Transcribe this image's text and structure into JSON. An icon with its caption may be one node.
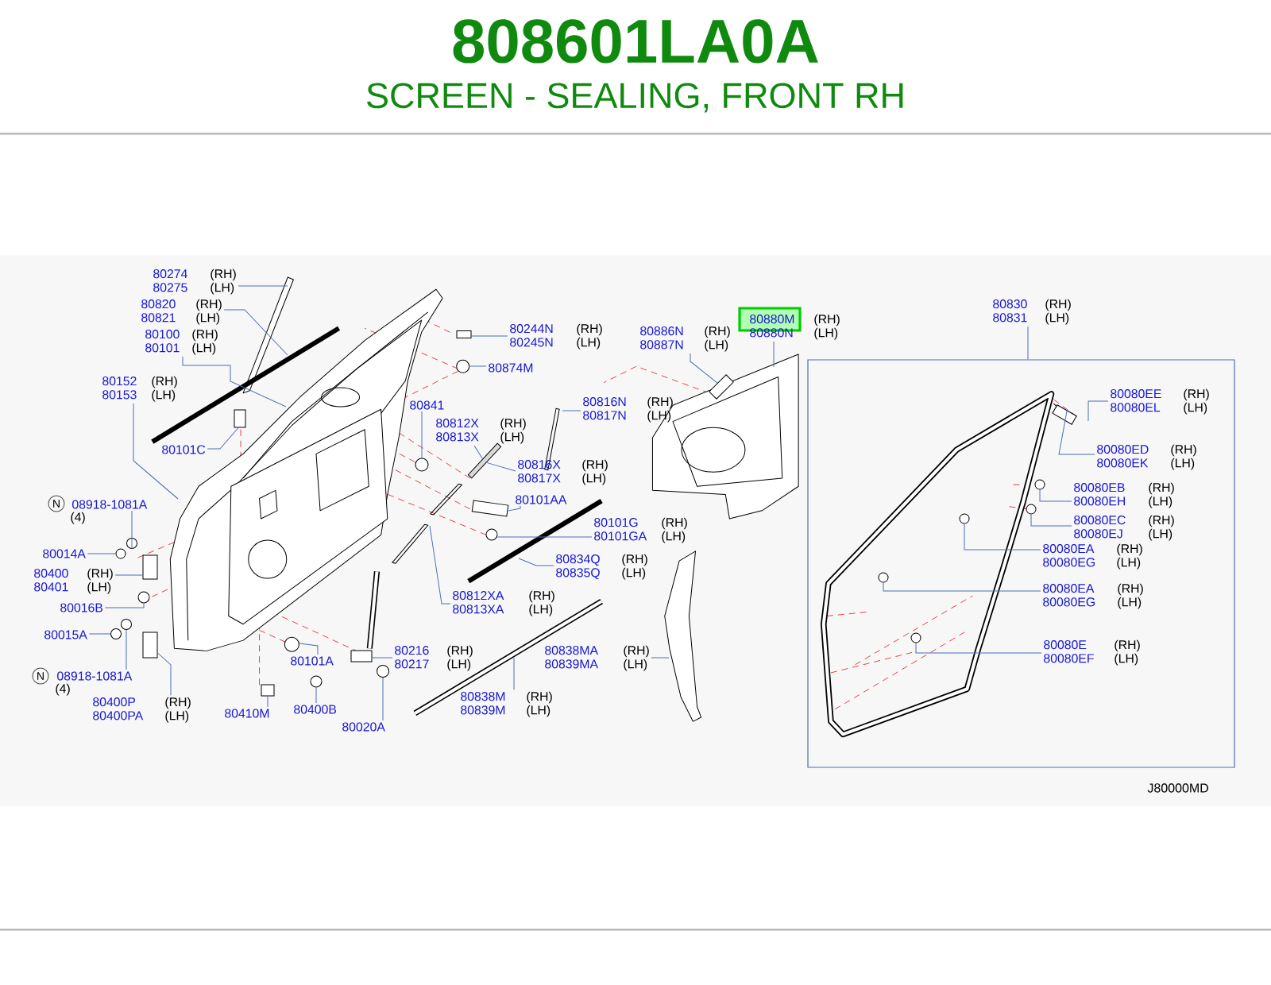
{
  "diagram": {
    "title": "808601LA0A",
    "nodes": [
      {
        "text": [
          "80274",
          "80275"
        ],
        "beside": [
          "(RH)",
          "(LH)"
        ]
      },
      {
        "text": [
          "80820",
          "80821"
        ],
        "beside": [
          "(RH)",
          "(LH)"
        ]
      },
      {
        "text": [
          "80100",
          "80101"
        ],
        "beside": [
          "(RH)",
          "(LH)"
        ]
      },
      {
        "text": [
          "80152",
          "80153"
        ],
        "beside": [
          "(RH)",
          "(LH)"
        ]
      },
      {
        "text": [
          "80101C"
        ]
      },
      {
        "text": [
          "08918-1081A"
        ],
        "beside": [
          "(4)"
        ]
      },
      {
        "text": [
          "80014A"
        ]
      },
      {
        "text": [
          "80400",
          "80401"
        ],
        "beside": [
          "(RH)",
          "(LH)"
        ]
      },
      {
        "text": [
          "80016B"
        ]
      },
      {
        "text": [
          "80015A"
        ]
      },
      {
        "text": [
          "08918-1081A"
        ],
        "beside": [
          "(4)"
        ]
      },
      {
        "text": [
          "80400P",
          "80400PA"
        ],
        "beside": [
          "(RH)",
          "(LH)"
        ]
      },
      {
        "text": [
          "80410M"
        ]
      },
      {
        "text": [
          "80400B"
        ]
      },
      {
        "text": [
          "80020A"
        ]
      },
      {
        "text": [
          "80101A"
        ]
      },
      {
        "text": [
          "80216",
          "80217"
        ],
        "beside": [
          "(RH)",
          "(LH)"
        ]
      },
      {
        "text": [
          "80244N",
          "80245N"
        ],
        "beside": [
          "(RH)",
          "(LH)"
        ]
      },
      {
        "text": [
          "80874M"
        ]
      },
      {
        "text": [
          "80841"
        ]
      },
      {
        "text": [
          "80812X",
          "80813X"
        ],
        "beside": [
          "(RH)",
          "(LH)"
        ]
      },
      {
        "text": [
          "80816N",
          "80817N"
        ],
        "beside": [
          "(RH)",
          "(LH)"
        ]
      },
      {
        "text": [
          "80816X",
          "80817X"
        ],
        "beside": [
          "(RH)",
          "(LH)"
        ]
      },
      {
        "text": [
          "80101AA"
        ]
      },
      {
        "text": [
          "80101G",
          "80101GA"
        ],
        "beside": [
          "(RH)",
          "(LH)"
        ]
      },
      {
        "text": [
          "80834Q",
          "80835Q"
        ],
        "beside": [
          "(RH)",
          "(LH)"
        ]
      },
      {
        "text": [
          "80812XA",
          "80813XA"
        ],
        "beside": [
          "(RH)",
          "(LH)"
        ]
      },
      {
        "text": [
          "80838MA",
          "80839MA"
        ],
        "beside": [
          "(RH)",
          "(LH)"
        ]
      },
      {
        "text": [
          "80838M",
          "80839M"
        ],
        "beside": [
          "(RH)",
          "(LH)"
        ]
      },
      {
        "text": [
          "80886N",
          "80887N"
        ],
        "beside": [
          "(RH)",
          "(LH)"
        ]
      },
      {
        "text": [
          "80880M",
          "80880N"
        ],
        "beside": [
          "(RH)",
          "(LH)"
        ]
      },
      {
        "text": [
          "80830",
          "80831"
        ],
        "beside": [
          "(RH)",
          "(LH)"
        ]
      },
      {
        "text": [],
        "shape": "box"
      },
      {
        "text": [
          "80080EE",
          "80080EL"
        ],
        "beside": [
          "(RH)",
          "(LH)"
        ],
        "in": 32
      },
      {
        "text": [
          "80080ED",
          "80080EK"
        ],
        "beside": [
          "(RH)",
          "(LH)"
        ],
        "in": 32
      },
      {
        "text": [
          "80080EB",
          "80080EH"
        ],
        "beside": [
          "(RH)",
          "(LH)"
        ],
        "in": 32
      },
      {
        "text": [
          "80080EC",
          "80080EJ"
        ],
        "beside": [
          "(RH)",
          "(LH)"
        ],
        "in": 32
      },
      {
        "text": [
          "80080EA",
          "80080EG"
        ],
        "beside": [
          "(RH)",
          "(LH)"
        ],
        "in": 32
      },
      {
        "text": [
          "80080EA",
          "80080EG"
        ],
        "beside": [
          "(RH)",
          "(LH)"
        ],
        "in": 32
      },
      {
        "text": [
          "80080E",
          "80080EF"
        ],
        "beside": [
          "(RH)",
          "(LH)"
        ],
        "in": 32
      },
      {
        "text": [],
        "shape": "circle"
      },
      {
        "text": [],
        "shape": "circle"
      },
      {
        "text": [],
        "shape": "circle"
      },
      {
        "text": [],
        "shape": "circle"
      },
      {
        "text": [],
        "shape": "box"
      },
      {
        "text": [],
        "shape": "box"
      },
      {
        "text": [],
        "shape": "circle"
      },
      {
        "text": [],
        "shape": "box"
      },
      {
        "text": [],
        "shape": "circle"
      },
      {
        "text": [],
        "shape": "circle"
      },
      {
        "text": [],
        "shape": "box"
      },
      {
        "text": [],
        "shape": "circle"
      },
      {
        "text": [],
        "shape": "box"
      },
      {
        "text": [],
        "shape": "box"
      },
      {
        "text": [],
        "shape": "bar"
      },
      {
        "text": [],
        "shape": "box"
      },
      {
        "text": [],
        "shape": "box"
      },
      {
        "text": [],
        "shape": "box",
        "in": 32
      },
      {
        "text": [],
        "shape": "circle",
        "in": 32
      },
      {
        "text": [],
        "shape": "circle",
        "in": 32
      },
      {
        "text": [],
        "shape": "circle",
        "in": 32
      },
      {
        "text": [],
        "shape": "circle",
        "in": 32
      },
      {
        "text": [],
        "shape": "circle",
        "in": 32
      },
      {
        "text": [],
        "shape": "circle"
      }
    ],
    "edges": [
      {
        "from": 0,
        "to": null,
        "arrow": "none"
      },
      {
        "from": 1,
        "to": null,
        "arrow": "none"
      },
      {
        "from": 2,
        "to": null,
        "arrow": "none"
      },
      {
        "from": 3,
        "to": null,
        "arrow": "none"
      },
      {
        "from": 4,
        "to": 50,
        "arrow": "none"
      },
      {
        "from": 5,
        "to": 51,
        "arrow": "none"
      },
      {
        "from": 6,
        "to": 41,
        "arrow": "none"
      },
      {
        "from": 7,
        "to": 52,
        "arrow": "none"
      },
      {
        "from": 8,
        "to": 43,
        "arrow": "none"
      },
      {
        "from": 9,
        "to": 40,
        "arrow": "none"
      },
      {
        "from": 10,
        "to": 42,
        "arrow": "none"
      },
      {
        "from": 11,
        "to": 44,
        "arrow": "none"
      },
      {
        "from": 12,
        "to": 45,
        "arrow": "none"
      },
      {
        "from": 13,
        "to": 46,
        "arrow": "none"
      },
      {
        "from": 14,
        "to": 48,
        "arrow": "none"
      },
      {
        "from": 15,
        "to": null,
        "arrow": "none"
      },
      {
        "from": 16,
        "to": 47,
        "arrow": "none"
      },
      {
        "from": 17,
        "to": 53,
        "arrow": "none"
      },
      {
        "from": 18,
        "to": null,
        "arrow": "none"
      },
      {
        "from": 19,
        "to": 49,
        "arrow": "none"
      },
      {
        "from": 20,
        "to": 54,
        "arrow": "none"
      },
      {
        "from": 21,
        "to": null,
        "arrow": "none"
      },
      {
        "from": 22,
        "to": 54,
        "arrow": "none"
      },
      {
        "from": 23,
        "to": 55,
        "arrow": "none"
      },
      {
        "from": 24,
        "to": 63,
        "arrow": "none"
      },
      {
        "from": 25,
        "to": null,
        "arrow": "none"
      },
      {
        "from": 26,
        "to": null,
        "arrow": "none"
      },
      {
        "from": 27,
        "to": null,
        "arrow": "none"
      },
      {
        "from": 28,
        "to": null,
        "arrow": "none"
      },
      {
        "from": 29,
        "to": 56,
        "arrow": "none"
      },
      {
        "from": 30,
        "to": null,
        "arrow": "none"
      },
      {
        "from": 31,
        "to": 32,
        "arrow": "none"
      },
      {
        "from": 33,
        "to": null,
        "arrow": "none"
      },
      {
        "from": 34,
        "to": 57,
        "arrow": "none"
      },
      {
        "from": 35,
        "to": 58,
        "arrow": "none"
      },
      {
        "from": 36,
        "to": 59,
        "arrow": "none"
      },
      {
        "from": 37,
        "to": 60,
        "arrow": "none"
      },
      {
        "from": 38,
        "to": 61,
        "arrow": "none"
      },
      {
        "from": 39,
        "to": 62,
        "arrow": "none"
      }
    ],
    "labels": [
      "SCREEN - SEALING, FRONT RH",
      "J80000MD",
      "N",
      "N"
    ]
  }
}
